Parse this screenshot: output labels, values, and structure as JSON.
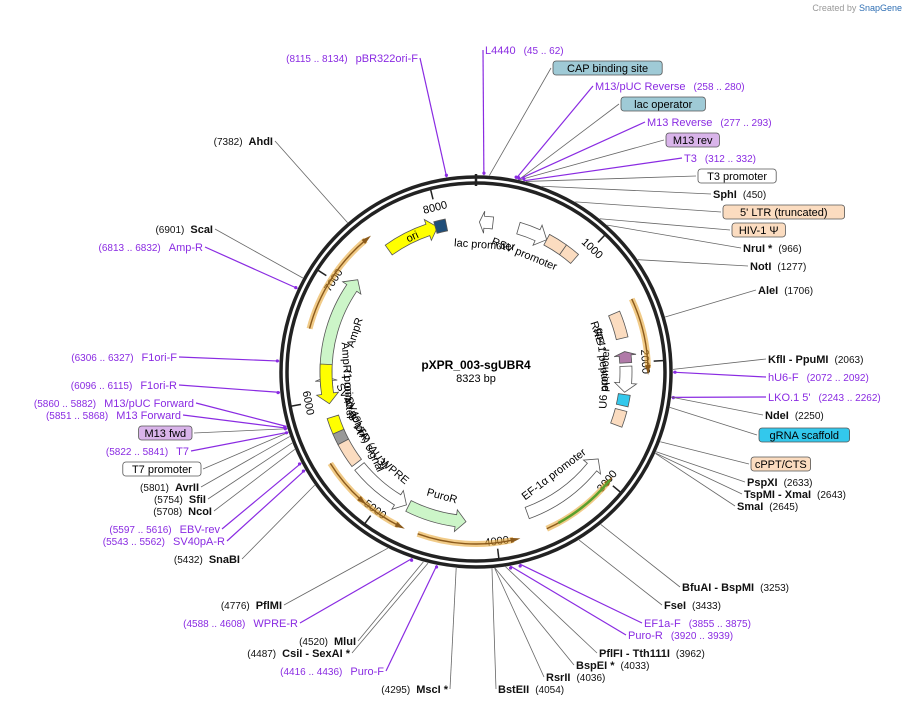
{
  "credit": {
    "prefix": "Created by",
    "brand": "SnapGene"
  },
  "plasmid": {
    "name": "pXPR_003-sgUBR4",
    "length_label": "8323 bp",
    "length": 8323
  },
  "tick_labels": [
    {
      "text": "1000",
      "bp": 1000
    },
    {
      "text": "2000",
      "bp": 2000
    },
    {
      "text": "3000",
      "bp": 3000
    },
    {
      "text": "4000",
      "bp": 4000
    },
    {
      "text": "5000",
      "bp": 5000
    },
    {
      "text": "6000",
      "bp": 6000
    },
    {
      "text": "7000",
      "bp": 7000
    },
    {
      "text": "8000",
      "bp": 8000
    }
  ],
  "callouts": [
    {
      "label": "L4440",
      "range": "(45 .. 62)",
      "style": "primer",
      "ex": 483,
      "ey": 50,
      "side": "R",
      "bp": 53
    },
    {
      "label": "pBR322ori-F",
      "range": "(8115 .. 8134)",
      "style": "primer",
      "ex": 420,
      "ey": 58,
      "side": "L",
      "bp": 8125
    },
    {
      "label": "CAP binding site",
      "style": "box",
      "fill": "#9fcad6",
      "ex": 551,
      "ey": 68,
      "side": "R",
      "bp": 90
    },
    {
      "label": "M13/pUC Reverse",
      "range": "(258 .. 280)",
      "style": "primer",
      "ex": 593,
      "ey": 86,
      "side": "R",
      "bp": 269
    },
    {
      "label": "lac operator",
      "style": "box",
      "fill": "#9fcad6",
      "ex": 619,
      "ey": 104,
      "side": "R",
      "bp": 290
    },
    {
      "label": "M13 Reverse",
      "range": "(277 .. 293)",
      "style": "primer",
      "ex": 645,
      "ey": 122,
      "side": "R",
      "bp": 285
    },
    {
      "label": "M13 rev",
      "style": "box",
      "fill": "#d9b4ea",
      "ex": 664,
      "ey": 140,
      "side": "R",
      "bp": 295
    },
    {
      "label": "T3",
      "range": "(312 .. 332)",
      "style": "primer",
      "ex": 682,
      "ey": 158,
      "side": "R",
      "bp": 322
    },
    {
      "label": "T3 promoter",
      "style": "box",
      "fill": "#ffffff",
      "ex": 696,
      "ey": 176,
      "side": "R",
      "bp": 340
    },
    {
      "label": "SphI",
      "pos": "(450)",
      "style": "enzyme",
      "ex": 711,
      "ey": 194,
      "side": "R",
      "bp": 450
    },
    {
      "label": "5' LTR (truncated)",
      "style": "box",
      "fill": "#fbdcc0",
      "ex": 721,
      "ey": 212,
      "side": "R",
      "bp": 700
    },
    {
      "label": "HIV-1 Ψ",
      "style": "box",
      "fill": "#fbdcc0",
      "ex": 730,
      "ey": 230,
      "side": "R",
      "bp": 900
    },
    {
      "label": "NruI *",
      "pos": "(966)",
      "style": "enzyme",
      "ex": 741,
      "ey": 248,
      "side": "R",
      "bp": 966
    },
    {
      "label": "NotI",
      "pos": "(1277)",
      "style": "enzyme",
      "ex": 748,
      "ey": 266,
      "side": "R",
      "bp": 1277
    },
    {
      "label": "AleI",
      "pos": "(1706)",
      "style": "enzyme",
      "ex": 756,
      "ey": 290,
      "side": "R",
      "bp": 1706
    },
    {
      "label": "KflI  - PpuMI",
      "pos": "(2063)",
      "style": "enzyme",
      "ex": 766,
      "ey": 359,
      "side": "R",
      "bp": 2063
    },
    {
      "label": "hU6-F",
      "range": "(2072 .. 2092)",
      "style": "primer",
      "ex": 766,
      "ey": 377,
      "side": "R",
      "bp": 2082
    },
    {
      "label": "LKO.1 5'",
      "range": "(2243 .. 2262)",
      "style": "primer",
      "ex": 766,
      "ey": 397,
      "side": "R",
      "bp": 2252
    },
    {
      "label": "NdeI",
      "pos": "(2250)",
      "style": "enzyme",
      "ex": 763,
      "ey": 415,
      "side": "R",
      "bp": 2250
    },
    {
      "label": "gRNA scaffold",
      "style": "box",
      "fill": "#33c8ec",
      "ex": 757,
      "ey": 435,
      "side": "R",
      "bp": 2320
    },
    {
      "label": "cPPT/CTS",
      "style": "box",
      "fill": "#fbdcc0",
      "ex": 749,
      "ey": 464,
      "side": "R",
      "bp": 2560
    },
    {
      "label": "PspXI",
      "pos": "(2633)",
      "style": "enzyme",
      "ex": 745,
      "ey": 482,
      "side": "R",
      "bp": 2633
    },
    {
      "label": "TspMI  - XmaI",
      "pos": "(2643)",
      "style": "enzyme",
      "ex": 742,
      "ey": 494,
      "side": "R",
      "bp": 2643
    },
    {
      "label": "SmaI",
      "pos": "(2645)",
      "style": "enzyme",
      "ex": 735,
      "ey": 506,
      "side": "R",
      "bp": 2645
    },
    {
      "label": "BfuAI  - BspMI",
      "pos": "(3253)",
      "style": "enzyme",
      "ex": 680,
      "ey": 587,
      "side": "R",
      "bp": 3253
    },
    {
      "label": "FseI",
      "pos": "(3433)",
      "style": "enzyme",
      "ex": 662,
      "ey": 605,
      "side": "R",
      "bp": 3433
    },
    {
      "label": "EF1a-F",
      "range": "(3855 .. 3875)",
      "style": "primer",
      "ex": 642,
      "ey": 623,
      "side": "R",
      "bp": 3865
    },
    {
      "label": "Puro-R",
      "range": "(3920 .. 3939)",
      "style": "primer",
      "ex": 626,
      "ey": 635,
      "side": "R",
      "bp": 3930
    },
    {
      "label": "PflFI  - Tth111I",
      "pos": "(3962)",
      "style": "enzyme",
      "ex": 597,
      "ey": 653,
      "side": "R",
      "bp": 3962
    },
    {
      "label": "BspEI *",
      "pos": "(4033)",
      "style": "enzyme",
      "ex": 574,
      "ey": 665,
      "side": "R",
      "bp": 4033
    },
    {
      "label": "RsrII",
      "pos": "(4036)",
      "style": "enzyme",
      "ex": 544,
      "ey": 677,
      "side": "R",
      "bp": 4036
    },
    {
      "label": "BstEII",
      "pos": "(4054)",
      "style": "enzyme",
      "ex": 496,
      "ey": 689,
      "side": "R",
      "bp": 4054
    },
    {
      "label": "MscI *",
      "pos": "(4295)",
      "style": "enzyme",
      "ex": 450,
      "ey": 689,
      "side": "L",
      "bp": 4295
    },
    {
      "label": "Puro-F",
      "range": "(4416 .. 4436)",
      "style": "primer",
      "ex": 386,
      "ey": 671,
      "side": "L",
      "bp": 4426
    },
    {
      "label": "CsiI  - SexAI *",
      "pos": "(4487)",
      "style": "enzyme",
      "ex": 352,
      "ey": 653,
      "side": "L",
      "bp": 4487
    },
    {
      "label": "MluI",
      "pos": "(4520)",
      "style": "enzyme",
      "ex": 358,
      "ey": 641,
      "side": "L",
      "bp": 4520
    },
    {
      "label": "WPRE-R",
      "range": "(4588 .. 4608)",
      "style": "primer",
      "ex": 300,
      "ey": 623,
      "side": "L",
      "bp": 4598
    },
    {
      "label": "PflMI",
      "pos": "(4776)",
      "style": "enzyme",
      "ex": 284,
      "ey": 605,
      "side": "L",
      "bp": 4776
    },
    {
      "label": "SnaBI",
      "pos": "(5432)",
      "style": "enzyme",
      "ex": 242,
      "ey": 559,
      "side": "L",
      "bp": 5432
    },
    {
      "label": "SV40pA-R",
      "range": "(5543 .. 5562)",
      "style": "primer",
      "ex": 227,
      "ey": 541,
      "side": "L",
      "bp": 5552
    },
    {
      "label": "EBV-rev",
      "range": "(5597 .. 5616)",
      "style": "primer",
      "ex": 222,
      "ey": 529,
      "side": "L",
      "bp": 5606
    },
    {
      "label": "NcoI",
      "pos": "(5708)",
      "style": "enzyme",
      "ex": 214,
      "ey": 511,
      "side": "L",
      "bp": 5708
    },
    {
      "label": "SfiI",
      "pos": "(5754)",
      "style": "enzyme",
      "ex": 208,
      "ey": 499,
      "side": "L",
      "bp": 5754
    },
    {
      "label": "AvrII",
      "pos": "(5801)",
      "style": "enzyme",
      "ex": 201,
      "ey": 487,
      "side": "L",
      "bp": 5801
    },
    {
      "label": "T7 promoter",
      "style": "box",
      "fill": "#ffffff",
      "ex": 203,
      "ey": 469,
      "side": "L",
      "bp": 5830
    },
    {
      "label": "T7",
      "range": "(5822 .. 5841)",
      "style": "primer",
      "ex": 191,
      "ey": 451,
      "side": "L",
      "bp": 5831
    },
    {
      "label": "M13 fwd",
      "style": "box",
      "fill": "#d9b4ea",
      "ex": 194,
      "ey": 433,
      "side": "L",
      "bp": 5855
    },
    {
      "label": "M13 Forward",
      "range": "(5851 .. 5868)",
      "style": "primer",
      "ex": 183,
      "ey": 415,
      "side": "L",
      "bp": 5859
    },
    {
      "label": "M13/pUC Forward",
      "range": "(5860 .. 5882)",
      "style": "primer",
      "ex": 196,
      "ey": 403,
      "side": "L",
      "bp": 5871
    },
    {
      "label": "F1ori-R",
      "range": "(6096 .. 6115)",
      "style": "primer",
      "ex": 179,
      "ey": 385,
      "side": "L",
      "bp": 6105
    },
    {
      "label": "F1ori-F",
      "range": "(6306 .. 6327)",
      "style": "primer",
      "ex": 179,
      "ey": 357,
      "side": "L",
      "bp": 6316
    },
    {
      "label": "Amp-R",
      "range": "(6813 .. 6832)",
      "style": "primer",
      "ex": 205,
      "ey": 247,
      "side": "L",
      "bp": 6822
    },
    {
      "label": "ScaI",
      "pos": "(6901)",
      "style": "enzyme",
      "ex": 215,
      "ey": 229,
      "side": "L",
      "bp": 6901
    },
    {
      "label": "AhdI",
      "pos": "(7382)",
      "style": "enzyme",
      "ex": 275,
      "ey": 141,
      "side": "L",
      "bp": 7382
    }
  ],
  "features": [
    {
      "label": "ori",
      "type": "arrow",
      "start": 7500,
      "end": 7980,
      "dir": "cw",
      "radius": 150,
      "fill": "#ffff00",
      "label_inside": true
    },
    {
      "label": "AmpR",
      "type": "arrow",
      "start": 6200,
      "end": 7120,
      "dir": "cw",
      "radius": 150,
      "fill": "#ccf5c8"
    },
    {
      "label": "AmpR promoter",
      "type": "arrow",
      "start": 6100,
      "end": 6200,
      "dir": "cw",
      "radius": 150,
      "fill": "#ffffff"
    },
    {
      "label": "f1 ori",
      "type": "arrow",
      "start": 5960,
      "end": 6310,
      "dir": "ccw",
      "radius": 150,
      "fill": "#ffff00"
    },
    {
      "label": "SV40 ori",
      "type": "box",
      "start": 5700,
      "end": 5840,
      "radius": 150,
      "fill": "#ffff00"
    },
    {
      "label": "SV40 poly(A) signal",
      "type": "box",
      "start": 5600,
      "end": 5700,
      "radius": 150,
      "fill": "#999999"
    },
    {
      "label": "3' LTR (ΔU3)",
      "type": "box",
      "start": 5380,
      "end": 5600,
      "radius": 150,
      "fill": "#fbdcc0"
    },
    {
      "label": "WPRE",
      "type": "arrow",
      "start": 4800,
      "end": 5340,
      "dir": "ccw",
      "radius": 150,
      "fill": "#ffffff"
    },
    {
      "label": "PuroR",
      "type": "arrow",
      "start": 4250,
      "end": 4780,
      "dir": "ccw",
      "radius": 150,
      "fill": "#ccf5c8"
    },
    {
      "label": "EF-1α promoter",
      "type": "arrow",
      "start": 2900,
      "end": 3700,
      "dir": "ccw",
      "radius": 150,
      "fill": "#ffffff"
    },
    {
      "label": "U6 promoter",
      "type": "arrow",
      "start": 2030,
      "end": 2260,
      "dir": "cw",
      "radius": 150,
      "fill": "#ffffff"
    },
    {
      "label": "gp41 peptide",
      "type": "arrow",
      "start": 1900,
      "end": 2000,
      "dir": "ccw",
      "radius": 150,
      "fill": "#b07aa8"
    },
    {
      "label": "RRE",
      "type": "box",
      "start": 1550,
      "end": 1780,
      "radius": 150,
      "fill": "#fbdcc0"
    },
    {
      "label": "RSV promoter",
      "type": "arrow",
      "start": 380,
      "end": 650,
      "dir": "cw",
      "radius": 150,
      "fill": "#ffffff"
    },
    {
      "label": "lac promoter",
      "type": "arrow",
      "start": 30,
      "end": 150,
      "dir": "ccw",
      "radius": 150,
      "fill": "#ffffff"
    },
    {
      "label": "",
      "type": "box",
      "start": 7960,
      "end": 8060,
      "radius": 150,
      "fill": "#1f4e79"
    },
    {
      "label": "",
      "type": "box",
      "start": 2280,
      "end": 2380,
      "radius": 150,
      "fill": "#33c8ec"
    },
    {
      "label": "",
      "type": "box",
      "start": 2420,
      "end": 2560,
      "radius": 150,
      "fill": "#fbdcc0"
    },
    {
      "label": "",
      "type": "box",
      "start": 650,
      "end": 820,
      "radius": 150,
      "fill": "#fbdcc0"
    },
    {
      "label": "",
      "type": "box",
      "start": 820,
      "end": 950,
      "radius": 150,
      "fill": "#fbdcc0"
    }
  ],
  "orfs": [
    {
      "start": 1500,
      "end": 2050,
      "dir": "cw"
    },
    {
      "start": 3000,
      "end": 3600,
      "dir": "ccw"
    },
    {
      "start": 3870,
      "end": 4620,
      "dir": "ccw"
    },
    {
      "start": 4780,
      "end": 5150,
      "dir": "ccw"
    },
    {
      "start": 5130,
      "end": 5500,
      "dir": "ccw"
    },
    {
      "start": 6580,
      "end": 7400,
      "dir": "cw"
    }
  ],
  "colors": {
    "backbone": "#222222",
    "primer": "#8a2be2",
    "orf": "#e8a838",
    "orf_green": "#5aa02c",
    "line": "#444444"
  }
}
